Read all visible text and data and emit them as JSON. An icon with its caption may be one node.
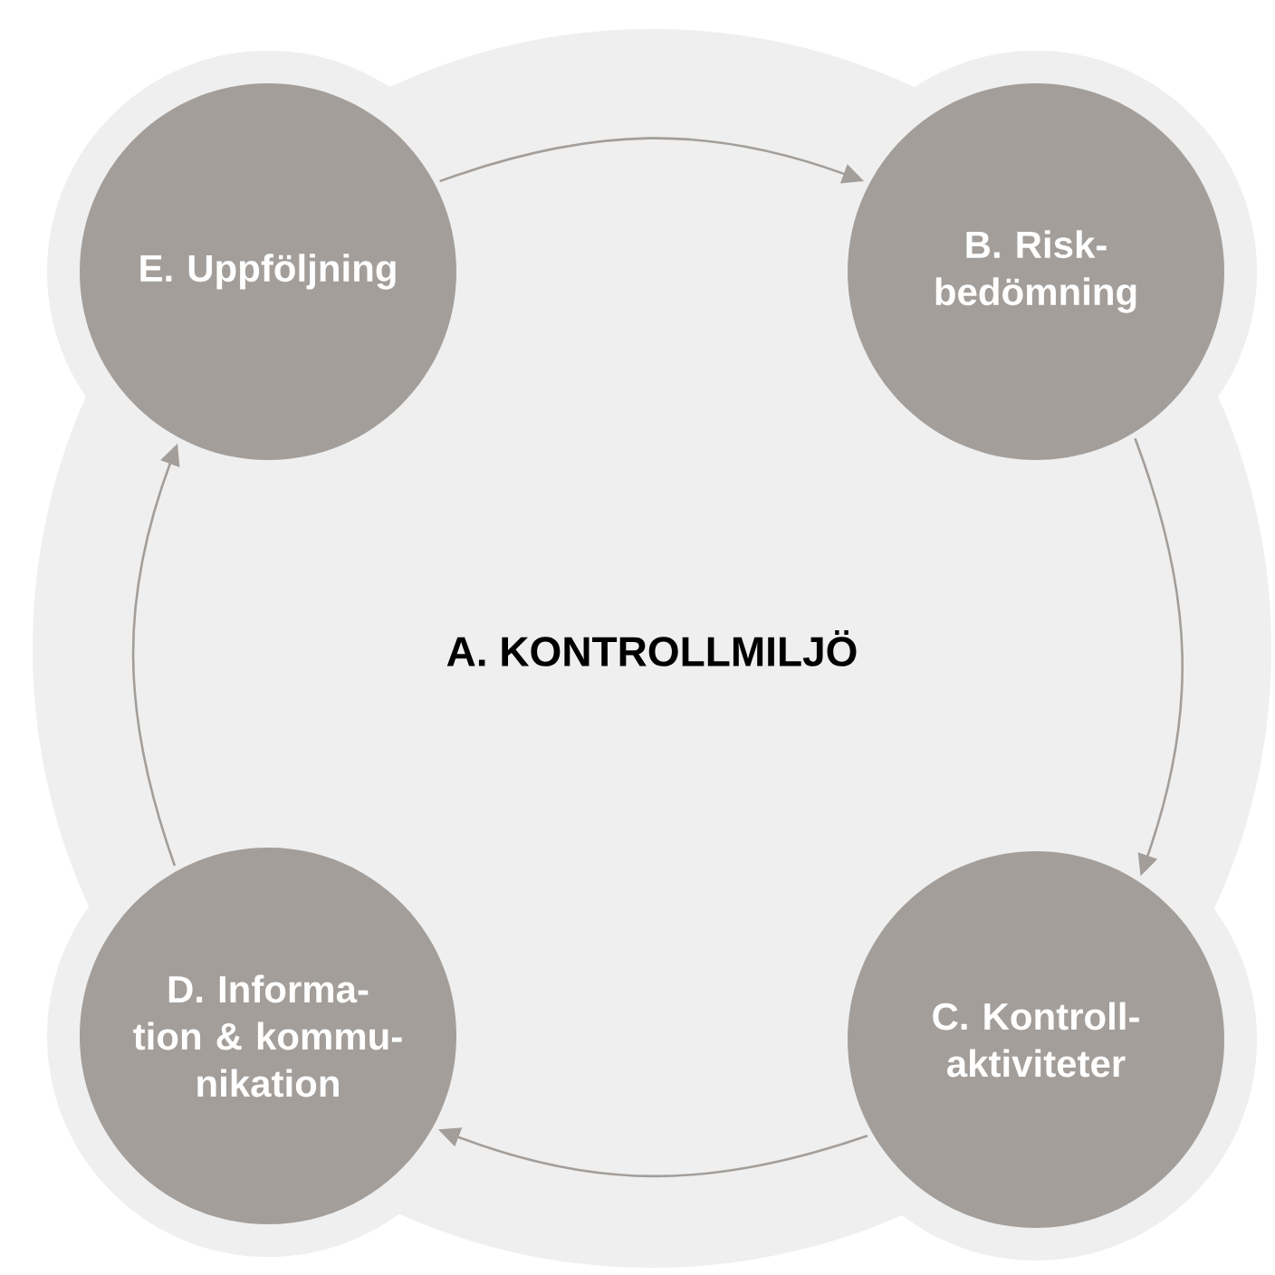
{
  "diagram": {
    "nodes": [
      {
        "text": [
          "E. Uppföljning"
        ]
      },
      {
        "text": [
          "B. Risk- bedömning"
        ]
      },
      {
        "text": [
          "A. KONTROLLMILJÖ"
        ]
      },
      {
        "text": [
          "D. Informa- tion & kommu- nikation"
        ]
      },
      {
        "text": [
          "C. Kontroll- aktiviteter"
        ]
      }
    ],
    "edges": [
      {
        "from": 0,
        "to": 1,
        "arrow": "to"
      },
      {
        "from": 1,
        "to": 4,
        "arrow": "to"
      },
      {
        "from": 4,
        "to": 3,
        "arrow": "to"
      },
      {
        "from": 3,
        "to": 0,
        "arrow": "to"
      }
    ]
  }
}
